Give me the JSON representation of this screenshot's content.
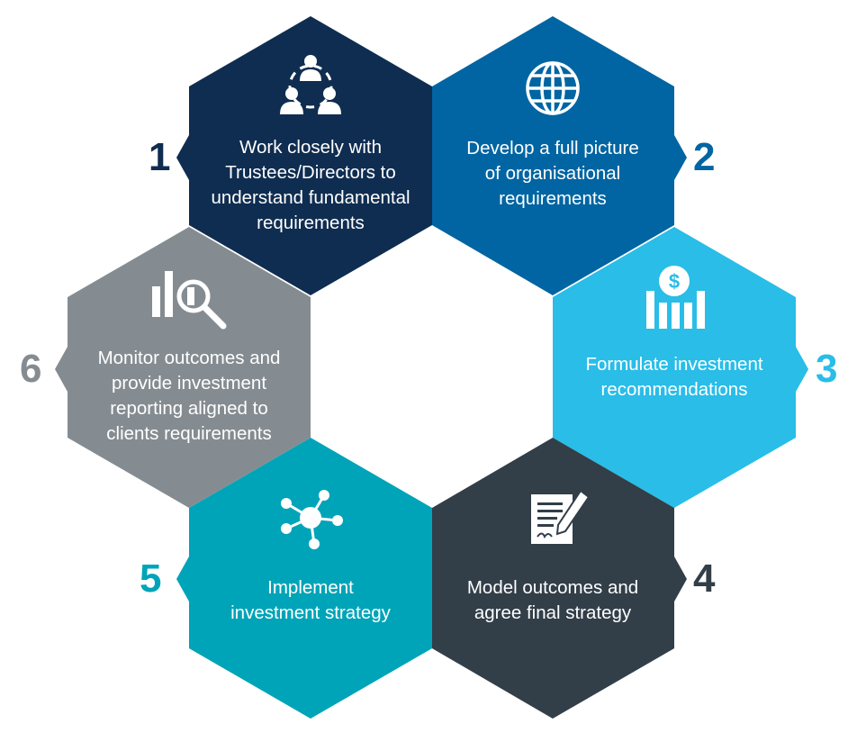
{
  "steps": [
    {
      "number": "1",
      "color": "#0f2d50",
      "icon": "people-network-icon",
      "lines": [
        "Work closely with",
        "Trustees/Directors to",
        "understand fundamental",
        "requirements"
      ]
    },
    {
      "number": "2",
      "color": "#0065a2",
      "icon": "globe-icon",
      "lines": [
        "Develop a full picture",
        "of organisational",
        "requirements"
      ]
    },
    {
      "number": "3",
      "color": "#29bde8",
      "icon": "dollar-bar-chart-icon",
      "lines": [
        "Formulate investment",
        "recommendations"
      ]
    },
    {
      "number": "4",
      "color": "#323e48",
      "icon": "document-pen-icon",
      "lines": [
        "Model outcomes and",
        "agree final strategy"
      ]
    },
    {
      "number": "5",
      "color": "#00a4b8",
      "icon": "hub-nodes-icon",
      "lines": [
        "Implement",
        "investment strategy"
      ]
    },
    {
      "number": "6",
      "color": "#858c91",
      "icon": "chart-magnifier-icon",
      "lines": [
        "Monitor outcomes and",
        "provide investment",
        "reporting aligned to",
        "clients requirements"
      ]
    }
  ]
}
